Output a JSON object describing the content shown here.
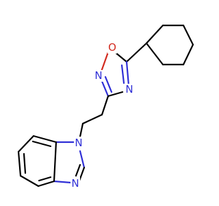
{
  "molecule": {
    "atoms": {
      "o1": "O",
      "n2": "N",
      "n4": "N",
      "n_imidazole_1": "N",
      "n_imidazole_3": "N"
    },
    "colors": {
      "carbon": "#000000",
      "nitrogen": "#2f2fd6",
      "oxygen": "#d22a1f",
      "background": "#ffffff"
    }
  }
}
